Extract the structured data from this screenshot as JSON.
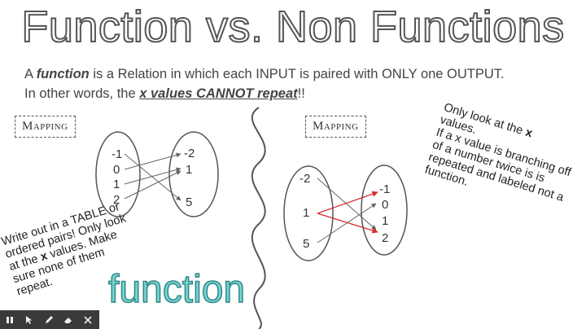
{
  "title": "Function vs. Non Functions",
  "definition": {
    "line1_a": "A ",
    "line1_kw": "function",
    "line1_b": " is a Relation in which each INPUT is paired with ONLY one OUTPUT.",
    "line2_a": "In other words, the ",
    "line2_kw": "x values CANNOT repeat",
    "line2_b": "!!"
  },
  "mapping_labels": [
    "Mapping",
    "Mapping"
  ],
  "mapping_left": {
    "inputs": [
      "-1",
      "0",
      "1",
      "2"
    ],
    "outputs": [
      "-2",
      "1",
      "5"
    ]
  },
  "mapping_right": {
    "inputs": [
      "-2",
      "1",
      "5"
    ],
    "outputs": [
      "-1",
      "0",
      "1",
      "2"
    ]
  },
  "note_right": {
    "l1": "Only look at the ",
    "l1_bold": "x",
    "l2": "values.",
    "l3": "If a x value is branching off of a number twice is is repeated and labeled not a function."
  },
  "note_left": {
    "a": "Write out in a TABLE or ordered pairs!  Only look at the ",
    "bold": "x",
    "b": " values. Make sure none of them repeat."
  },
  "function_word": "function",
  "colors": {
    "function_word": "#7cd3d0",
    "repeat_arrows": "#d62828"
  },
  "toolbar_icons": [
    "pause-icon",
    "pointer-icon",
    "pen-icon",
    "eraser-icon",
    "close-icon"
  ]
}
